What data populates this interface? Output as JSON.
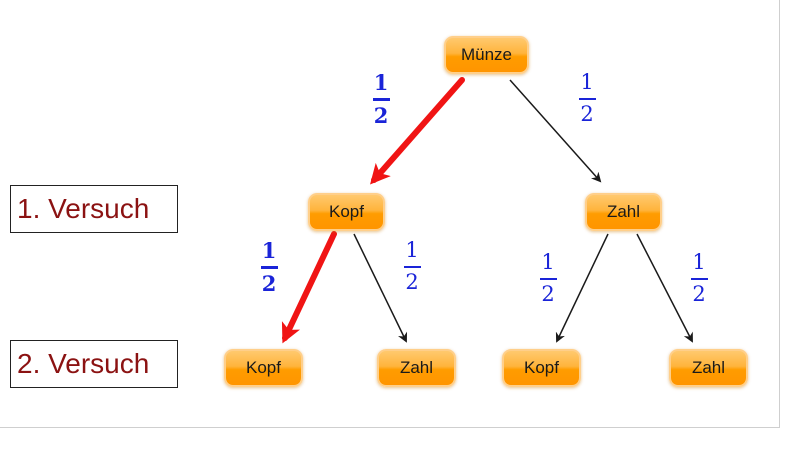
{
  "root": {
    "label": "Münze"
  },
  "level1": [
    {
      "label": "Kopf"
    },
    {
      "label": "Zahl"
    }
  ],
  "level2": [
    {
      "label": "Kopf"
    },
    {
      "label": "Zahl"
    },
    {
      "label": "Kopf"
    },
    {
      "label": "Zahl"
    }
  ],
  "rows": [
    {
      "label": "1. Versuch"
    },
    {
      "label": "2. Versuch"
    }
  ],
  "probabilities": {
    "root_kopf": {
      "num": "1",
      "den": "2"
    },
    "root_zahl": {
      "num": "1",
      "den": "2"
    },
    "kopf_kopf": {
      "num": "1",
      "den": "2"
    },
    "kopf_zahl": {
      "num": "1",
      "den": "2"
    },
    "zahl_kopf": {
      "num": "1",
      "den": "2"
    },
    "zahl_zahl": {
      "num": "1",
      "den": "2"
    }
  },
  "colors": {
    "highlight_path": "#f01414",
    "edge": "#1a1a1a",
    "probability_text": "#1a24d8",
    "level_label_text": "#8b1212"
  }
}
